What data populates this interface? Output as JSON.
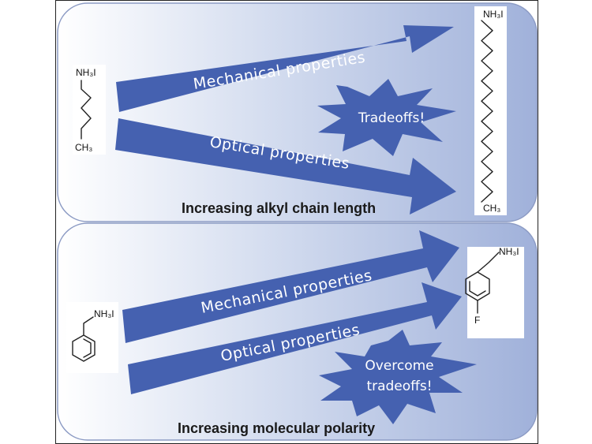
{
  "top_panel": {
    "caption": "Increasing alkyl chain length",
    "arrow_upper_label": "Mechanical properties",
    "arrow_lower_label": "Optical properties",
    "burst_label": "Tradeoffs!",
    "left_molecule": {
      "top_group": "NH₃I",
      "bottom_group": "CH₃"
    },
    "right_molecule": {
      "top_group": "NH₃I",
      "bottom_group": "CH₃"
    }
  },
  "bottom_panel": {
    "caption": "Increasing molecular polarity",
    "arrow_upper_label": "Mechanical properties",
    "arrow_lower_label": "Optical properties",
    "burst_label_line1": "Overcome",
    "burst_label_line2": "tradeoffs!",
    "left_molecule": {
      "group": "NH₃I"
    },
    "right_molecule": {
      "group": "NH₃I",
      "substituent": "F"
    }
  },
  "colors": {
    "arrow": "#4561b0",
    "burst": "#4561b0",
    "panel_light": "#ffffff",
    "panel_dark": "#a4b4da",
    "panel_border": "#8c9bc4"
  }
}
